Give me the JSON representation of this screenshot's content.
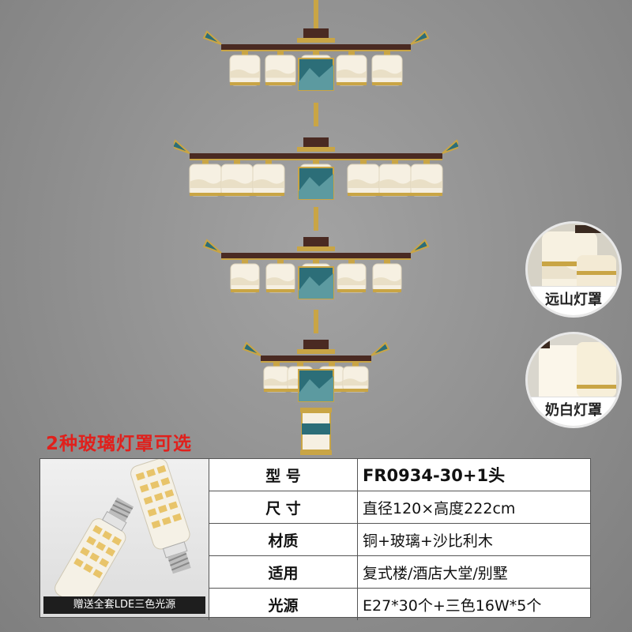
{
  "promo_text": "2种玻璃灯罩可选",
  "shade_options": [
    {
      "label": "远山灯罩"
    },
    {
      "label": "奶白灯罩"
    }
  ],
  "bulb_caption": "赠送全套LDE三色光源",
  "specs": [
    {
      "key": "型 号",
      "value": "FR0934-30+1头"
    },
    {
      "key": "尺 寸",
      "value": "直径120×高度222cm"
    },
    {
      "key": "材质",
      "value": "铜+玻璃+沙比利木"
    },
    {
      "key": "适用",
      "value": "复式楼/酒店大堂/别墅"
    },
    {
      "key": "光源",
      "value": "E27*30个+三色16W*5个"
    }
  ],
  "colors": {
    "background": "#8f8f8f",
    "promo": "#e0201c",
    "brass": "#c9a545",
    "wood": "#4a2a22",
    "enamel": "#2c6e78",
    "glass": "#f6f0e2"
  },
  "icons": {
    "chandelier": "chandelier-image",
    "bulb": "led-corn-bulb-image"
  }
}
